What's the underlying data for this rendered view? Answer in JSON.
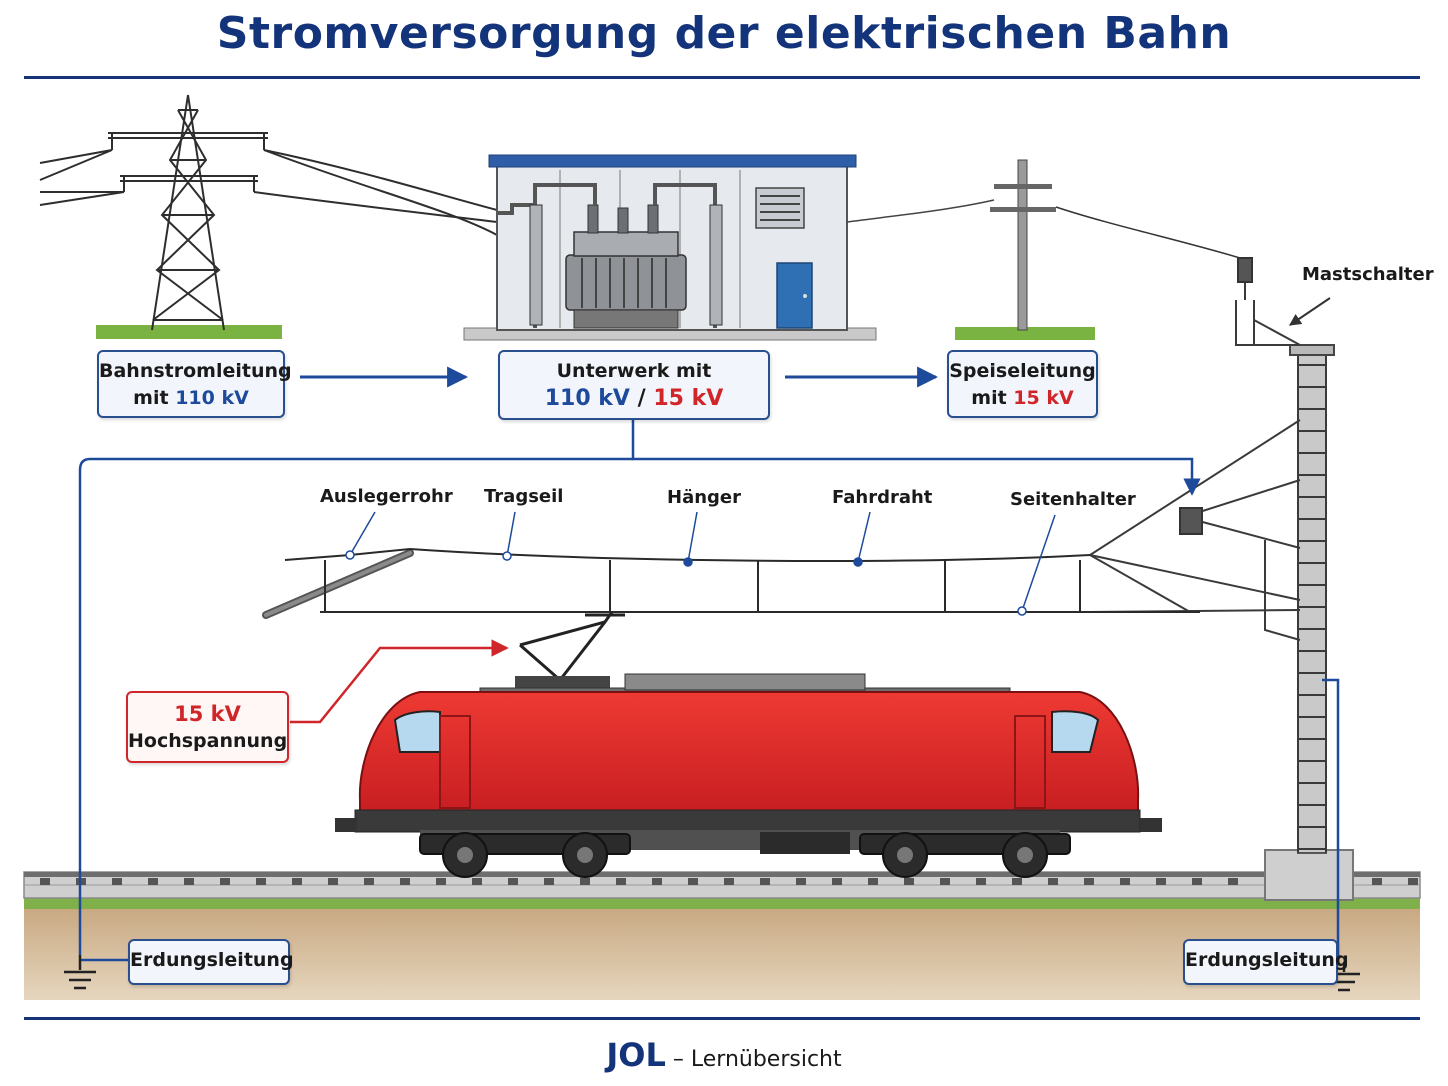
{
  "title": "Stromversorgung der elektrischen Bahn",
  "boxes": {
    "bahnstrom": {
      "line1": "Bahnstromleitung",
      "line2_prefix": "mit ",
      "line2_value": "110 kV"
    },
    "unterwerk": {
      "line1": "Unterwerk mit",
      "value_a": "110 kV",
      "separator": " / ",
      "value_b": "15 kV"
    },
    "speise": {
      "line1": "Speiseleitung",
      "line2_prefix": "mit ",
      "line2_value": "15 kV"
    },
    "hochspannung": {
      "line1": "15 kV",
      "line2": "Hochspannung"
    },
    "erdung_left": "Erdungsleitung",
    "erdung_right": "Erdungsleitung"
  },
  "labels": {
    "mastschalter": "Mastschalter",
    "auslegerrohr": "Auslegerrohr",
    "tragseil": "Tragseil",
    "haenger": "Hänger",
    "fahrdraht": "Fahrdraht",
    "seitenhalter": "Seitenhalter"
  },
  "footer": {
    "brand": "JOL",
    "dash": " – ",
    "text": "Lernübersicht"
  },
  "colors": {
    "navy": "#13337a",
    "blue_line": "#1e4a9c",
    "red": "#d0262a",
    "loco_red": "#e0292b",
    "building_blue": "#2f6fb3"
  }
}
